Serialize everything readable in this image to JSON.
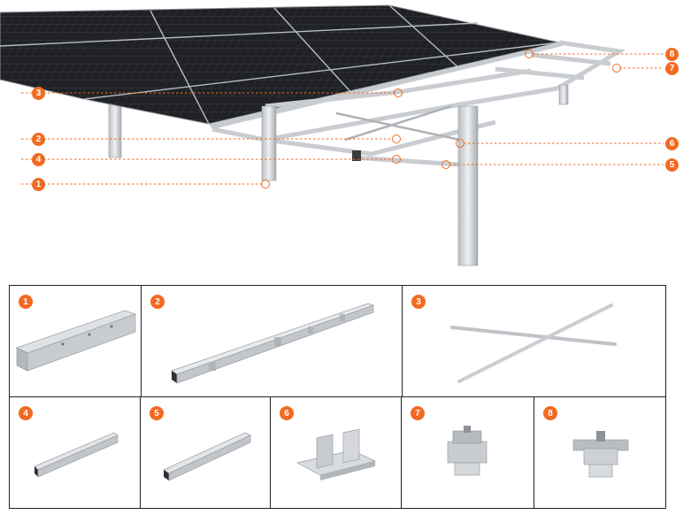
{
  "accent_color": "#f26a21",
  "callouts": [
    {
      "number": "1",
      "part": "1"
    },
    {
      "number": "2",
      "part": "2"
    },
    {
      "number": "3",
      "part": "3"
    },
    {
      "number": "4",
      "part": "4"
    },
    {
      "number": "5",
      "part": "5"
    },
    {
      "number": "6",
      "part": "6"
    },
    {
      "number": "7",
      "part": "7"
    },
    {
      "number": "8",
      "part": "8"
    }
  ],
  "parts": [
    {
      "number": "1",
      "icon": "c-channel-post-icon"
    },
    {
      "number": "2",
      "icon": "main-rail-icon"
    },
    {
      "number": "3",
      "icon": "cross-brace-icon"
    },
    {
      "number": "4",
      "icon": "rail-profile-icon"
    },
    {
      "number": "5",
      "icon": "square-tube-icon"
    },
    {
      "number": "6",
      "icon": "u-bracket-icon"
    },
    {
      "number": "7",
      "icon": "end-clamp-icon"
    },
    {
      "number": "8",
      "icon": "mid-clamp-icon"
    }
  ]
}
